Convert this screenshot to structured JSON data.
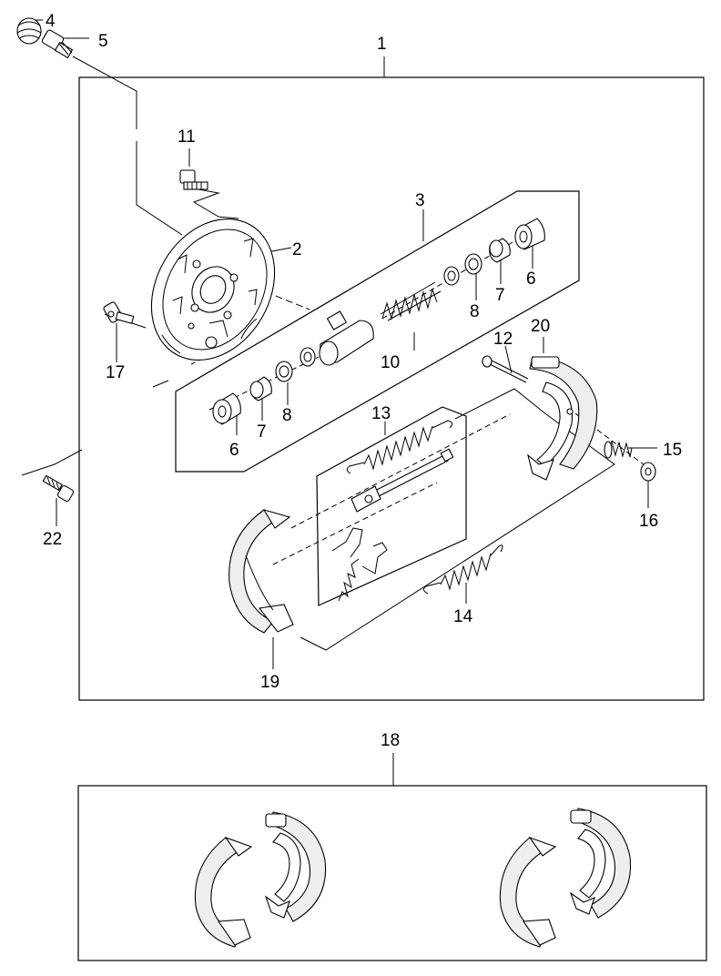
{
  "callouts": {
    "p1": "1",
    "p2": "2",
    "p3": "3",
    "p4": "4",
    "p5": "5",
    "p6a": "6",
    "p6b": "6",
    "p7a": "7",
    "p7b": "7",
    "p8a": "8",
    "p8b": "8",
    "p10": "10",
    "p11": "11",
    "p12": "12",
    "p13": "13",
    "p14": "14",
    "p15": "15",
    "p16": "16",
    "p17": "17",
    "p18": "18",
    "p19": "19",
    "p20": "20",
    "p22": "22"
  },
  "colors": {
    "line": "#000000",
    "background": "#ffffff",
    "lining": "#eeeeee"
  }
}
